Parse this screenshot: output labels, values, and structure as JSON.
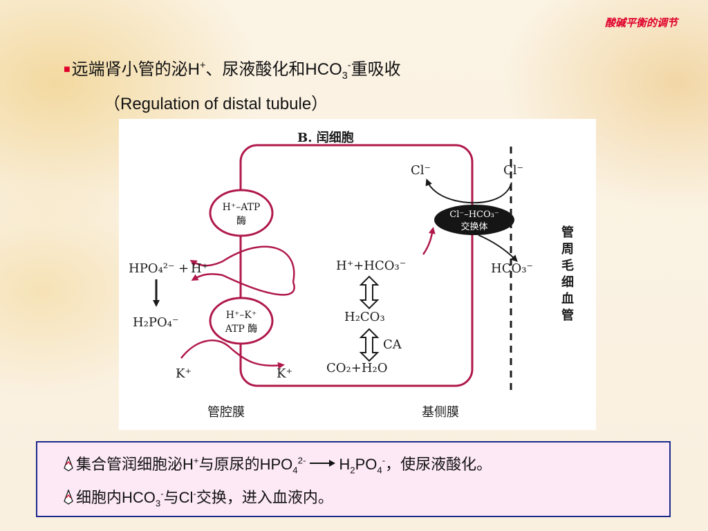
{
  "header": {
    "corner_title": "酸碱平衡的调节",
    "bullet": "■",
    "title_pre": "远端肾小管的泌H",
    "title_sup1": "+",
    "title_mid": "、尿液酸化和HCO",
    "title_sub": "3",
    "title_sup2": "-",
    "title_post": "重吸收",
    "subtitle": "（Regulation of distal tubule）"
  },
  "diagram": {
    "cell_label": "B. 闰细胞",
    "pump1_line1": "H⁺–ATP",
    "pump1_line2": "酶",
    "pump2_line1": "H⁺–K⁺",
    "pump2_line2": "ATP 酶",
    "exchanger_line1": "Cl⁻–HCO₃⁻",
    "exchanger_line2": "交换体",
    "hpo4": "HPO₄²⁻",
    "plus": "+",
    "h_plus": "H⁺",
    "h2po4": "H₂PO₄⁻",
    "k_left": "K⁺",
    "k_right": "K⁺",
    "h_hco3": "H⁺+HCO₃⁻",
    "h2co3": "H₂CO₃",
    "ca": "CA",
    "co2_h2o": "CO₂+H₂O",
    "cl_inside": "Cl⁻",
    "cl_outside": "Cl⁻",
    "hco3_outside": "HCO₃⁻",
    "capillary_label": [
      "管",
      "周",
      "毛",
      "细",
      "血",
      "管"
    ],
    "luminal_membrane": "管腔膜",
    "basolateral_membrane": "基侧膜"
  },
  "notes": {
    "line1_pre": "集合管润细胞泌H",
    "line1_sup1": "+",
    "line1_mid": "与原尿的HPO",
    "line1_sub1": "4",
    "line1_sup2": "2-",
    "line1_h2po": "H",
    "line1_sub2": "2",
    "line1_po": "PO",
    "line1_sub3": "4",
    "line1_sup3": "-",
    "line1_post": "，使尿液酸化。",
    "line2_pre": "细胞内HCO",
    "line2_sub": "3",
    "line2_sup1": "-",
    "line2_mid": "与Cl",
    "line2_sup2": "-",
    "line2_post": "交换，进入血液内。"
  },
  "colors": {
    "accent_red": "#e0002a",
    "membrane": "#b0184a",
    "box_border": "#1b2a8a",
    "box_fill": "#fde8f6"
  }
}
